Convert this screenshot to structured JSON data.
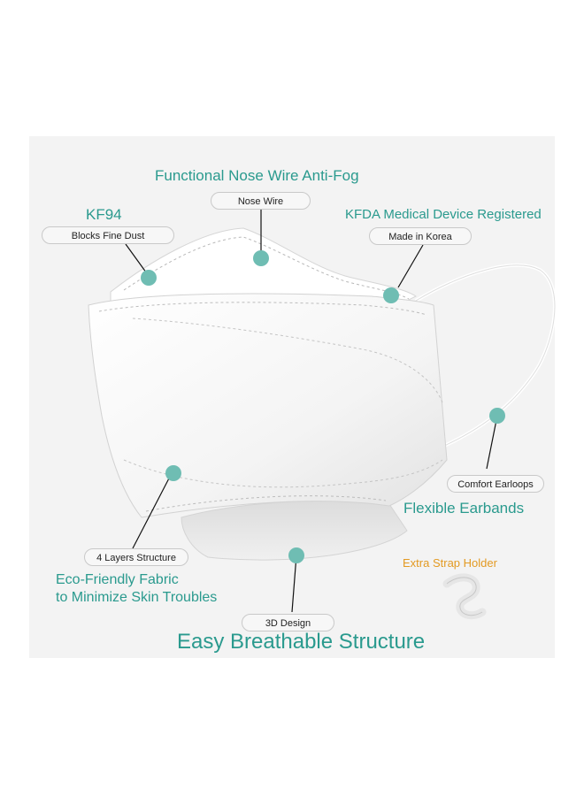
{
  "headings": {
    "nose_wire_anti_fog": "Functional Nose Wire Anti-Fog",
    "kf94": "KF94",
    "kfda": "KFDA Medical Device Registered",
    "flexible_earbands": "Flexible Earbands",
    "eco_friendly_line1": "Eco-Friendly Fabric",
    "eco_friendly_line2": "to Minimize Skin Troubles",
    "easy_breathable": "Easy Breathable Structure"
  },
  "labels": {
    "nose_wire": "Nose Wire",
    "blocks_fine_dust": "Blocks Fine Dust",
    "made_in_korea": "Made in Korea",
    "comfort_earloops": "Comfort Earloops",
    "four_layers": "4 Layers Structure",
    "design_3d": "3D Design",
    "extra_strap_holder": "Extra Strap Holder"
  },
  "colors": {
    "accent_teal": "#2a9a8e",
    "marker_dot": "#6fbdb3",
    "accent_orange": "#e39a22"
  }
}
